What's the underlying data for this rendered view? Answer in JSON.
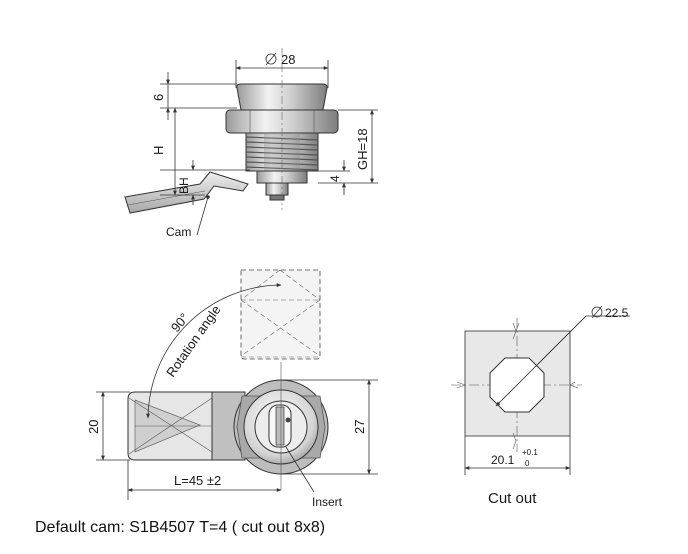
{
  "top_view": {
    "dim_diameter": "28",
    "dim_6": "6",
    "dim_h": "H",
    "dim_bh": "BH",
    "dim_gh": "GH=18",
    "dim_4": "4",
    "label_cam": "Cam"
  },
  "front_view": {
    "angle": "90°",
    "rotation_label": "Rotation angle",
    "dim_20": "20",
    "dim_27": "27",
    "dim_length": "L=45 ±2",
    "label_insert": "Insert"
  },
  "cutout": {
    "dim_diameter": "22.5",
    "dim_width": "20.1",
    "tol_upper": "+0.1",
    "tol_lower": "0",
    "title": "Cut out"
  },
  "caption": "Default cam: S1B4507 T=4 ( cut out 8x8)"
}
